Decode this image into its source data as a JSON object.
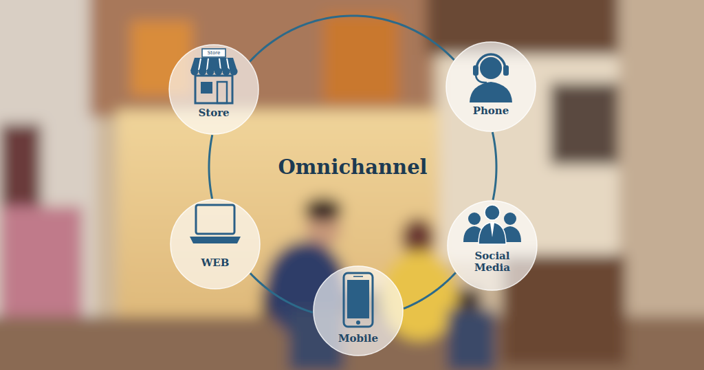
{
  "diagram": {
    "title": "Omnichannel",
    "nodes": [
      {
        "text": [
          "Store"
        ]
      },
      {
        "text": [
          "Phone"
        ]
      },
      {
        "text": [
          "Social Media"
        ]
      },
      {
        "text": [
          "Mobile"
        ]
      },
      {
        "text": [
          "WEB"
        ]
      }
    ],
    "edges": [
      {
        "from": 0,
        "to": 1,
        "arrow": "none"
      },
      {
        "from": 1,
        "to": 2,
        "arrow": "none"
      },
      {
        "from": 2,
        "to": 3,
        "arrow": "none"
      },
      {
        "from": 3,
        "to": 4,
        "arrow": "none"
      },
      {
        "from": 4,
        "to": 0,
        "arrow": "none"
      }
    ],
    "labels": [
      "Store"
    ]
  }
}
